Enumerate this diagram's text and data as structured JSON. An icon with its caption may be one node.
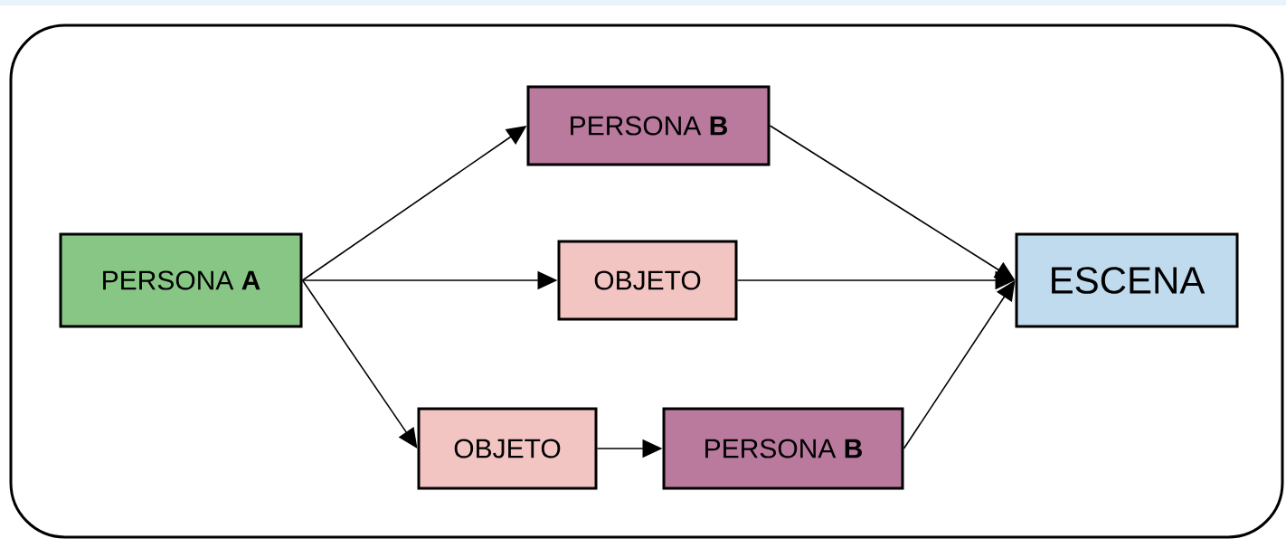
{
  "diagram": {
    "nodes": [
      {
        "text": [],
        "shape": "box"
      },
      {
        "text": [
          "PERSONA **A**"
        ],
        "in": 0
      },
      {
        "text": [
          "PERSONA **B**"
        ],
        "in": 0
      },
      {
        "text": [
          "OBJETO"
        ],
        "in": 0
      },
      {
        "text": [
          "ESCENA"
        ],
        "in": 0
      },
      {
        "text": [
          "OBJETO"
        ],
        "in": 0
      },
      {
        "text": [
          "PERSONA **B**"
        ],
        "in": 0
      }
    ],
    "edges": [
      {
        "from": 1,
        "to": 2,
        "arrow": "to"
      },
      {
        "from": 1,
        "to": 3,
        "arrow": "to"
      },
      {
        "from": 1,
        "to": 5,
        "arrow": "to"
      },
      {
        "from": 2,
        "to": 4,
        "arrow": "to"
      },
      {
        "from": 3,
        "to": 4,
        "arrow": "to"
      },
      {
        "from": 6,
        "to": 4,
        "arrow": "to"
      },
      {
        "from": 5,
        "to": 6,
        "arrow": "to"
      }
    ]
  }
}
